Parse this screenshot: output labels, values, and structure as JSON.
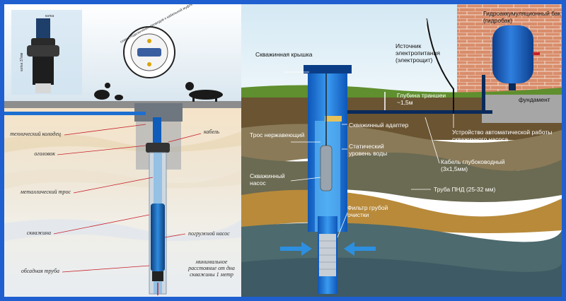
{
  "left_panel": {
    "labels": {
      "tech_well": "технический колодец",
      "cable": "кабель",
      "well_head": "оголовок",
      "metal_rope": "металлический трос",
      "well": "скважина",
      "submersible_pump": "погружной насос",
      "casing_pipe": "обсадная труба",
      "min_distance": "минимальное расстояние от дна скважины 1 метр"
    },
    "inset": {
      "wiring_caption": "схема подключения проводов к кабельной муфте",
      "tiny_top": "катка",
      "tiny_side": "катка 37мм"
    }
  },
  "right_panel": {
    "labels": {
      "well_cap": "Скважинная крышка",
      "power_source": "Источник электропитания (электрощит)",
      "hydro_tank": "Гидроаккумуляционный бак (гидробак)",
      "trench_depth": "Глубина траншеи ~1,5м",
      "foundation": "фундамент",
      "steel_rope": "Трос нержавеющий",
      "adapter": "Скважинный адаптер",
      "static_level": "Статический уровень воды",
      "automation": "Устройство автоматической работы скважинного насоса",
      "deep_cable": "Кабель глубоководный (3х1,5мм)",
      "well_pump": "Скважинный насос",
      "hdpe_pipe": "Труба ПНД (25-32 мм)",
      "coarse_filter": "Фильтр грубой очистки"
    }
  },
  "colors": {
    "frame": "#1f5fd0",
    "water": "#2d8fe0",
    "casing": "#1d6fcf",
    "soil_dark": "#5a4a2c",
    "label_line": "#c8202a"
  }
}
